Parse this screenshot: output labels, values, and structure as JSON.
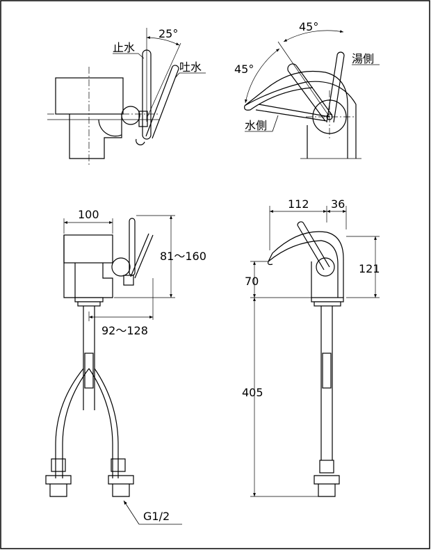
{
  "labels": {
    "stop_water": "止水",
    "discharge": "吐水",
    "hot_side": "湯側",
    "cold_side": "水側",
    "angle_lever": "25°",
    "angle_top": "45°",
    "angle_left": "45°",
    "width_body": "100",
    "height_range": "81～160",
    "reach_range": "92～128",
    "spout_length": "112",
    "spout_offset": "36",
    "spout_height": "121",
    "counter_height": "70",
    "hose_length": "405",
    "thread": "G1/2"
  }
}
